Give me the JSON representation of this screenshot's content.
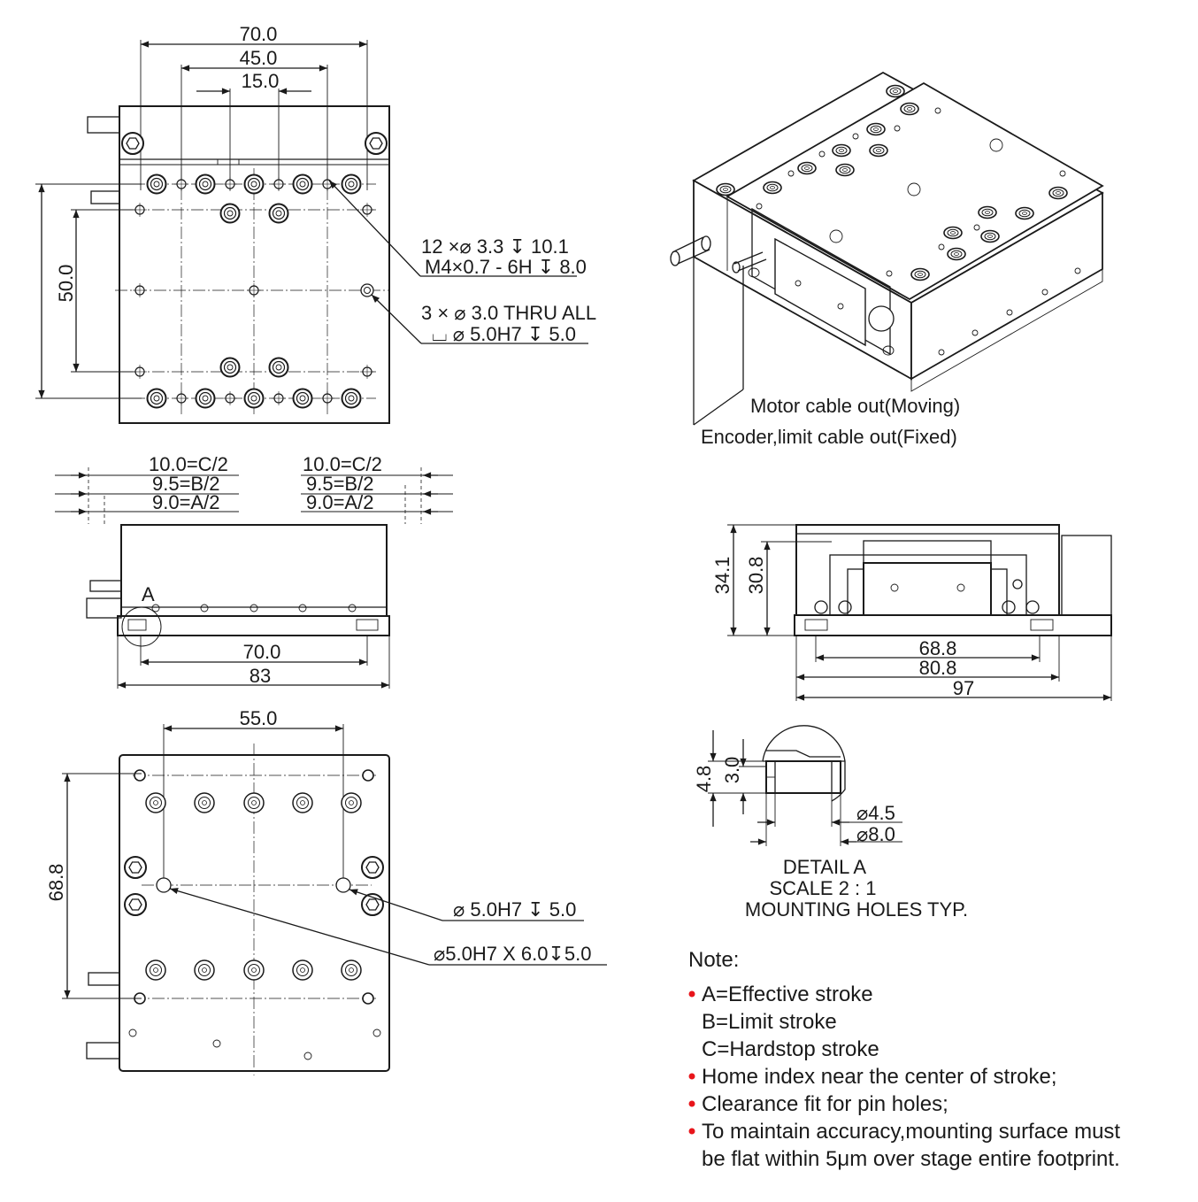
{
  "top_view": {
    "dim_70": "70.0",
    "dim_45": "45.0",
    "dim_15": "15.0",
    "dim_50": "50.0",
    "callout_holes_1": "12 ×⌀ 3.3 ↧ 10.1",
    "callout_holes_2": "M4×0.7 - 6H ↧ 8.0",
    "callout_pins_1": "3 × ⌀ 3.0 THRU ALL",
    "callout_pins_2": "⌴ ⌀ 5.0H7 ↧ 5.0"
  },
  "side_view": {
    "left_c": "10.0=C/2",
    "left_b": "9.5=B/2",
    "left_a": "9.0=A/2",
    "right_c": "10.0=C/2",
    "right_b": "9.5=B/2",
    "right_a": "9.0=A/2",
    "detail_marker": "A",
    "dim_70": "70.0",
    "dim_83": "83"
  },
  "bottom_view": {
    "dim_55": "55.0",
    "dim_688": "68.8",
    "callout_pin_1": "⌀ 5.0H7 ↧ 5.0",
    "callout_pin_2": "⌀5.0H7 X 6.0↧5.0"
  },
  "iso_view": {
    "motor_cable": "Motor cable out(Moving)",
    "encoder_cable": "Encoder,limit cable out(Fixed)"
  },
  "end_view": {
    "dim_341": "34.1",
    "dim_308": "30.8",
    "dim_688": "68.8",
    "dim_808": "80.8",
    "dim_97": "97"
  },
  "detail_a": {
    "dim_48": "4.8",
    "dim_30": "3.0",
    "dim_45": "⌀4.5",
    "dim_80": "⌀8.0",
    "title": "DETAIL A",
    "scale": "SCALE 2 : 1",
    "subtitle": "MOUNTING HOLES TYP."
  },
  "notes": {
    "heading": "Note:",
    "items": [
      {
        "lines": [
          "A=Effective stroke",
          "B=Limit stroke",
          "C=Hardstop stroke"
        ]
      },
      {
        "lines": [
          "Home index near the center of stroke;"
        ]
      },
      {
        "lines": [
          "Clearance fit for pin holes;"
        ]
      },
      {
        "lines": [
          "To maintain accuracy,mounting surface must",
          "be flat within 5μm over stage entire footprint."
        ]
      }
    ],
    "bullet_color": "#e8151b"
  }
}
